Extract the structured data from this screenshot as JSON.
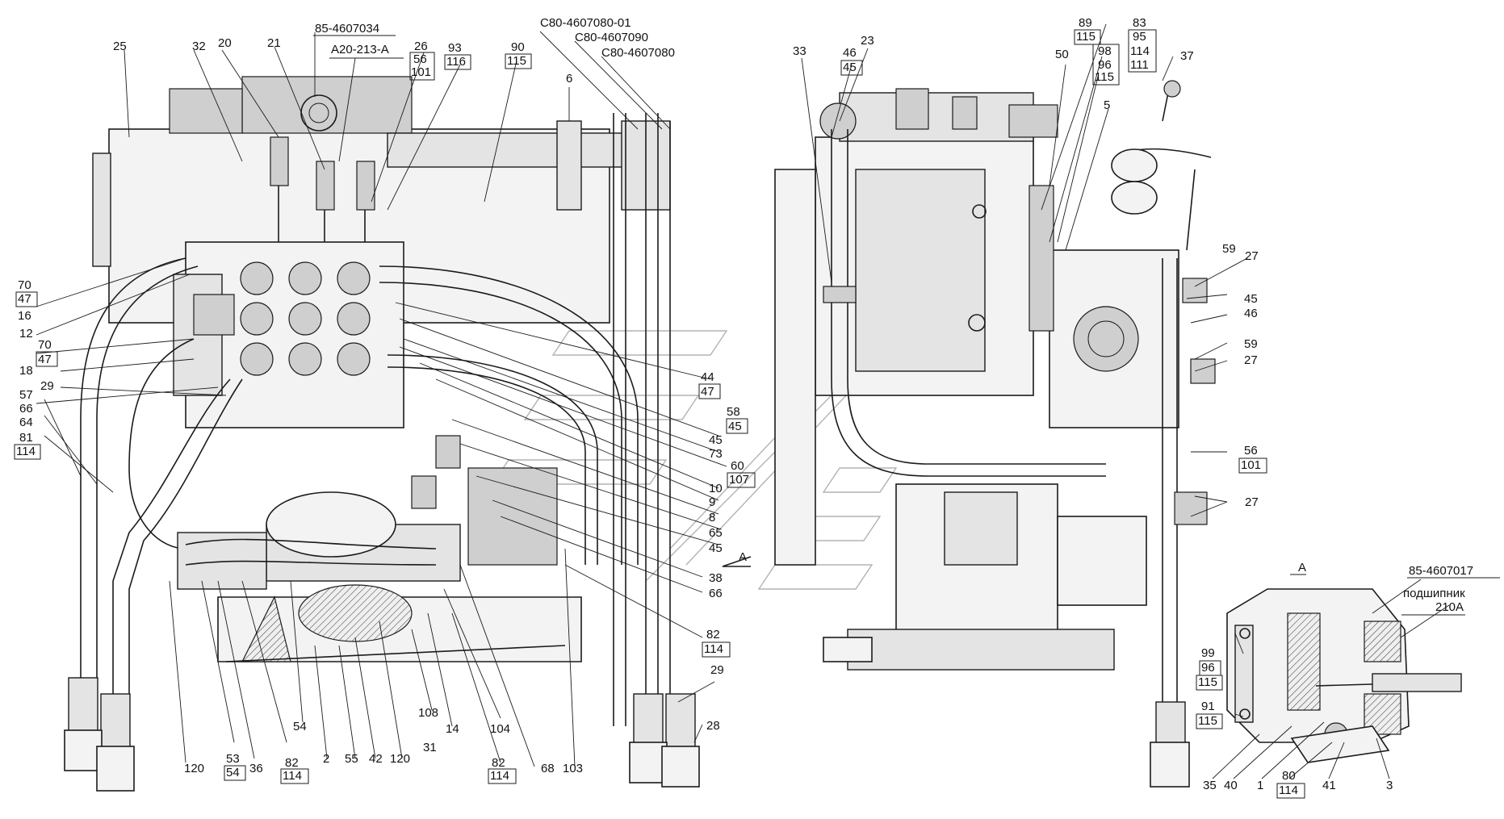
{
  "labels": {
    "c80_4607080_01": "С80-4607080-01",
    "c80_4607090": "С80-4607090",
    "c80_4607080": "С80-4607080",
    "p85_4607034": "85-4607034",
    "a20_213_a": "А20-213-А",
    "p85_4607017": "85-4607017",
    "bearing_1": "подшипник",
    "bearing_2": "210А",
    "view_a": "А",
    "view_a_arrow": "А",
    "n25": "25",
    "n32": "32",
    "n20": "20",
    "n21": "21",
    "n26": "26",
    "n93": "93",
    "n90": "90",
    "n6": "6",
    "n56a": "56",
    "n101a": "101",
    "n116": "116",
    "n115a": "115",
    "n70a": "70",
    "n47a": "47",
    "n16": "16",
    "n12": "12",
    "n70b": "70",
    "n47b": "47",
    "n18": "18",
    "n29a": "29",
    "n57": "57",
    "n66a": "66",
    "n64": "64",
    "n81": "81",
    "n114a": "114",
    "n44": "44",
    "n47c": "47",
    "n58": "58",
    "n45a": "45",
    "n45b": "45",
    "n73": "73",
    "n60": "60",
    "n107": "107",
    "n10": "10",
    "n9": "9",
    "n8": "8",
    "n65": "65",
    "n45c": "45",
    "n38": "38",
    "n66b": "66",
    "n82a": "82",
    "n114b": "114",
    "n29b": "29",
    "n28": "28",
    "n120a": "120",
    "n53": "53",
    "n54a": "54",
    "n36": "36",
    "n82b": "82",
    "n114c": "114",
    "n2": "2",
    "n55": "55",
    "n42": "42",
    "n120b": "120",
    "n54b": "54",
    "n108": "108",
    "n14": "14",
    "n104": "104",
    "n31": "31",
    "n82c": "82",
    "n114d": "114",
    "n68": "68",
    "n103": "103",
    "n33": "33",
    "n46a": "46",
    "n45d": "45",
    "n23": "23",
    "n50": "50",
    "n89": "89",
    "n115b": "115",
    "n98": "98",
    "n96a": "96",
    "n115c": "115",
    "n83": "83",
    "n95": "95",
    "n114e": "114",
    "n111": "111",
    "n5": "5",
    "n37": "37",
    "n59a": "59",
    "n27a": "27",
    "n45e": "45",
    "n46b": "46",
    "n59b": "59",
    "n27b": "27",
    "n56b": "56",
    "n101b": "101",
    "n27c": "27",
    "n99": "99",
    "n96b": "96",
    "n115d": "115",
    "n91": "91",
    "n115e": "115",
    "n35": "35",
    "n40": "40",
    "n1": "1",
    "n80": "80",
    "n114f": "114",
    "n41": "41",
    "n3": "3"
  }
}
